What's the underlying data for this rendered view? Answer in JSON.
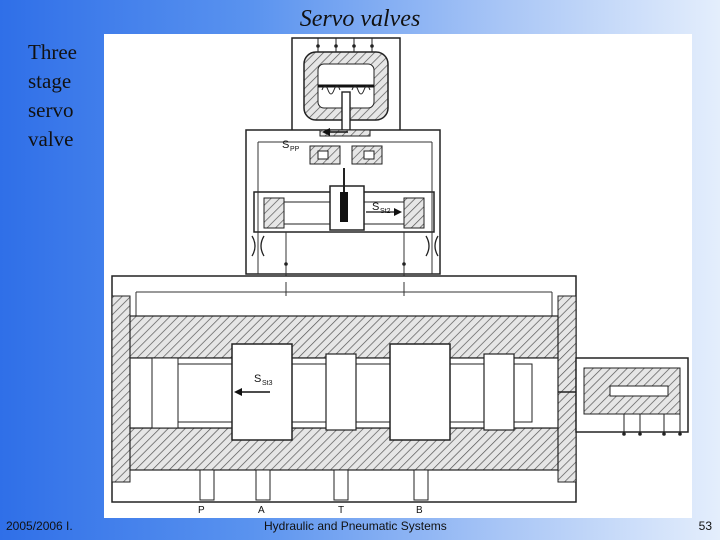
{
  "slide": {
    "title": "Servo valves",
    "side_text": [
      "Three",
      "stage",
      "servo",
      "valve"
    ]
  },
  "diagram": {
    "labels": {
      "s_pp": "S",
      "s_pp_sub": "PP",
      "s_st2": "S",
      "s_st2_sub": "St2",
      "s_st3": "S",
      "s_st3_sub": "St3",
      "port_p": "P",
      "port_a": "A",
      "port_t": "T",
      "port_b": "B"
    }
  },
  "footer": {
    "left": "2005/2006 I.",
    "center": "Hydraulic and Pneumatic Systems",
    "page_number": "53"
  }
}
